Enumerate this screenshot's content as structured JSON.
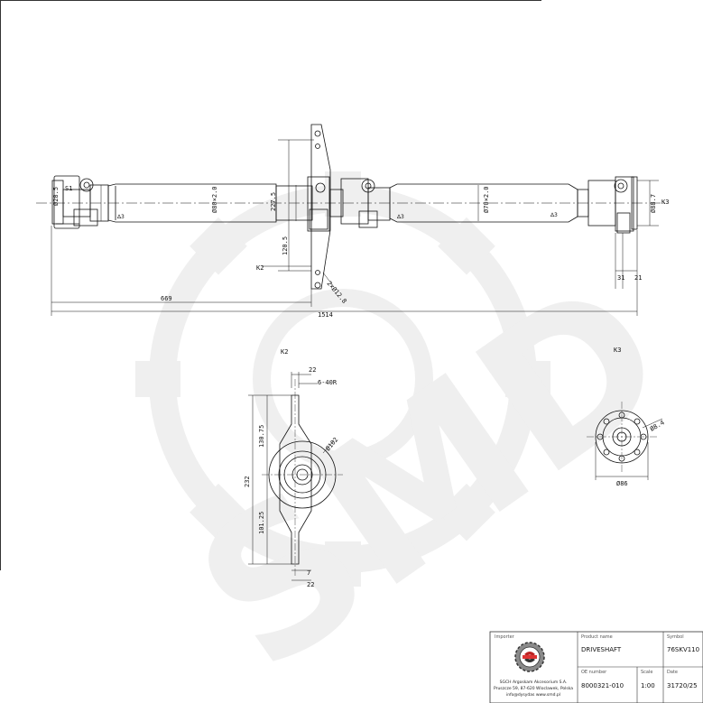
{
  "watermark": {
    "brand": "SMD",
    "icon": "gear-watermark-icon"
  },
  "main_view": {
    "dims": {
      "d1": "Ø28.5",
      "d1_side": "S1",
      "tube1_dia": "Ø80×2.0",
      "center_height": "227.5",
      "bearing_offset": "120.5",
      "tube2_dia": "Ø70×2.0",
      "flange_dia": "Ø88.7",
      "k3_mark": "K3",
      "k2_mark": "K2",
      "holes": "2×Ø12.8",
      "len_669": "669",
      "len_1514": "1514",
      "len_31": "31",
      "len_21": "21"
    },
    "tube_mark": "∆3"
  },
  "view_k2": {
    "label": "K2",
    "dims": {
      "top_22": "22",
      "slot": "6-40R",
      "upper": "130.75",
      "total": "232",
      "lower": "101.25",
      "bore": "Ø102",
      "bottom_7": "7",
      "bottom_22": "22"
    }
  },
  "view_k3": {
    "label": "K3",
    "dims": {
      "bolt_circle": "Ø8.4",
      "flange_width": "Ø86"
    }
  },
  "title_block": {
    "importer_label": "Importer",
    "logo": "sgc-gear-logo-icon",
    "importer_lines": [
      "SGCH Argoskam Akcesorium S.A.",
      "Pruszcze 59, 87-620 Wloclawek, Polska",
      "info@dysydas www.smd.pl"
    ],
    "product_name_label": "Product name",
    "product_name": "DRIVESHAFT",
    "symbol_label": "Symbol",
    "symbol": "76SKV110",
    "oe_label": "OE number",
    "oe_number": "8000321-010",
    "scale_label": "Scale",
    "scale": "1:00",
    "date_label": "Date",
    "date": "31720/25"
  }
}
